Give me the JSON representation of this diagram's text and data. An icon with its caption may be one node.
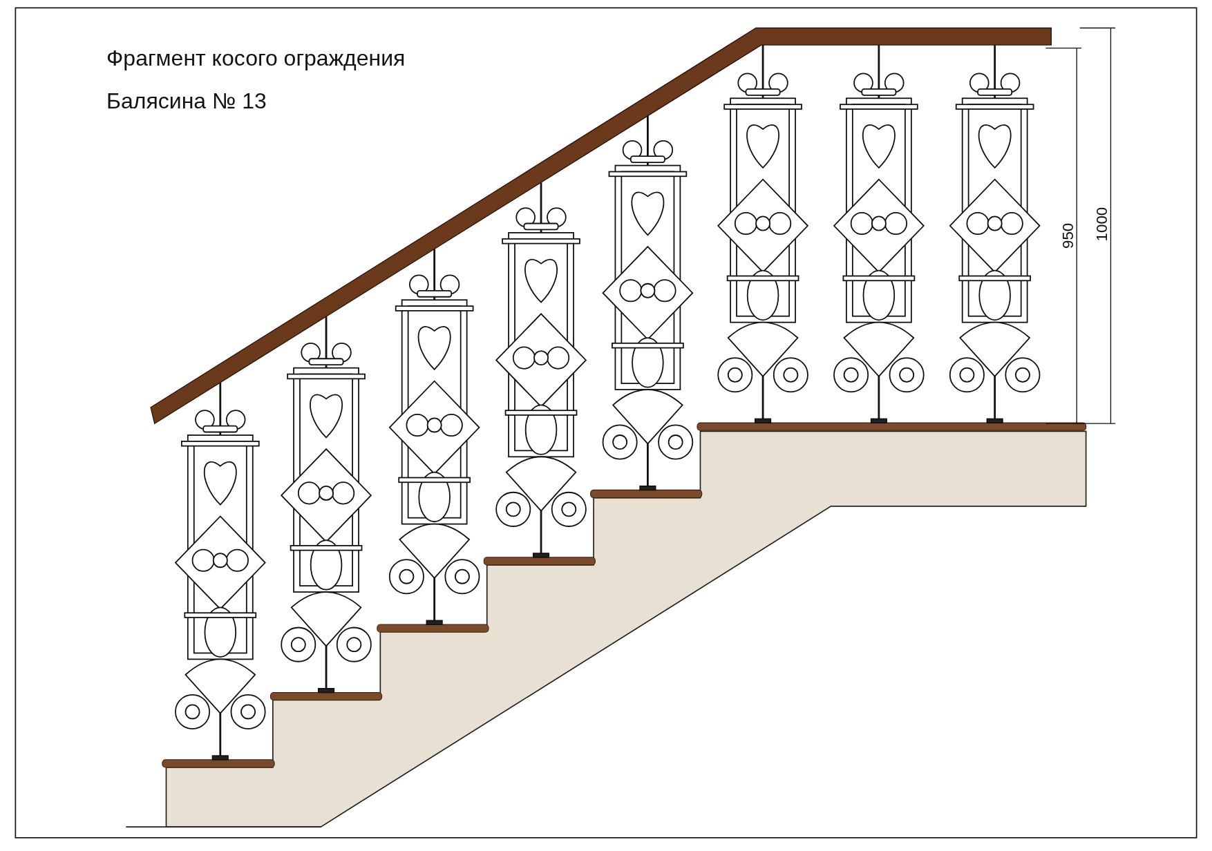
{
  "diagram": {
    "title": "Фрагмент косого ограждения",
    "labels": [
      "Балясина № 13",
      "950",
      "1000"
    ]
  }
}
